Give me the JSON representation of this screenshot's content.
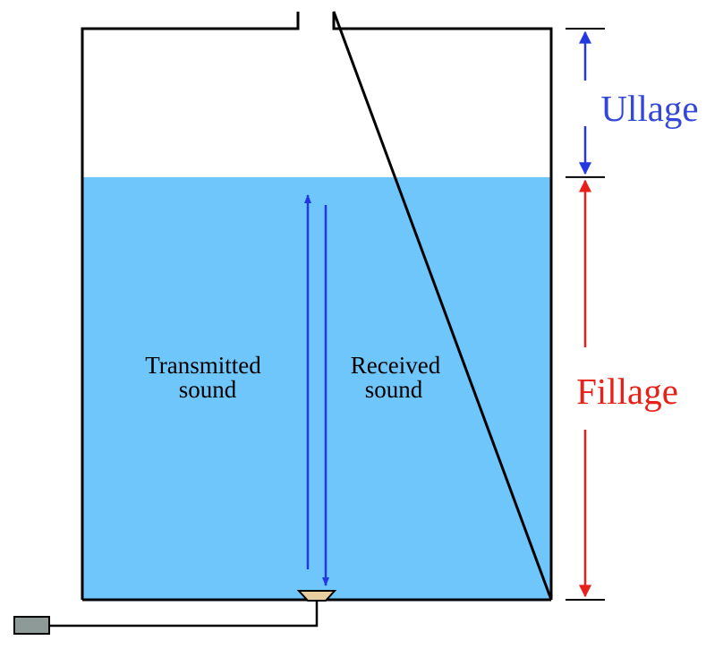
{
  "labels": {
    "ullage": "Ullage",
    "fillage": "Fillage",
    "transmitted_line1": "Transmitted",
    "transmitted_line2": "sound",
    "received_line1": "Received",
    "received_line2": "sound"
  },
  "fill_fraction": 0.74,
  "colors": {
    "liquid": "#6ec6fb",
    "outline": "#000000",
    "ullage_text": "#3348d6",
    "ullage_arrow": "#2338e0",
    "fillage_text": "#e8201a",
    "fillage_arrow": "#e8201a",
    "sound_arrow": "#2338e0",
    "transducer": "#e8cfa0",
    "instrument": "#8e9a98"
  }
}
